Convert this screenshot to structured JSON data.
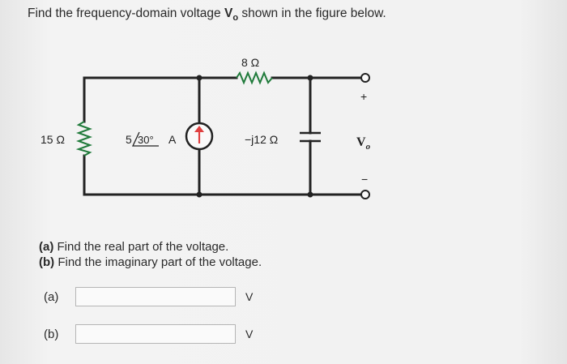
{
  "question": {
    "prefix": "Find the frequency-domain voltage ",
    "var": "V",
    "var_sub": "o",
    "suffix": " shown in the figure below."
  },
  "circuit": {
    "r_top": "8 Ω",
    "r_left": "15 Ω",
    "source_mag": "5",
    "source_angle": "30°",
    "source_unit": "A",
    "capacitor": "−j12 Ω",
    "plus": "+",
    "minus": "−",
    "output_var": "V",
    "output_sub": "o"
  },
  "parts": {
    "a_tag": "(a)",
    "a_text": " Find the real part of the voltage.",
    "b_tag": "(b)",
    "b_text": " Find the imaginary part of the voltage."
  },
  "answers": [
    {
      "label": "(a)",
      "value": "",
      "unit": "V"
    },
    {
      "label": "(b)",
      "value": "",
      "unit": "V"
    }
  ]
}
